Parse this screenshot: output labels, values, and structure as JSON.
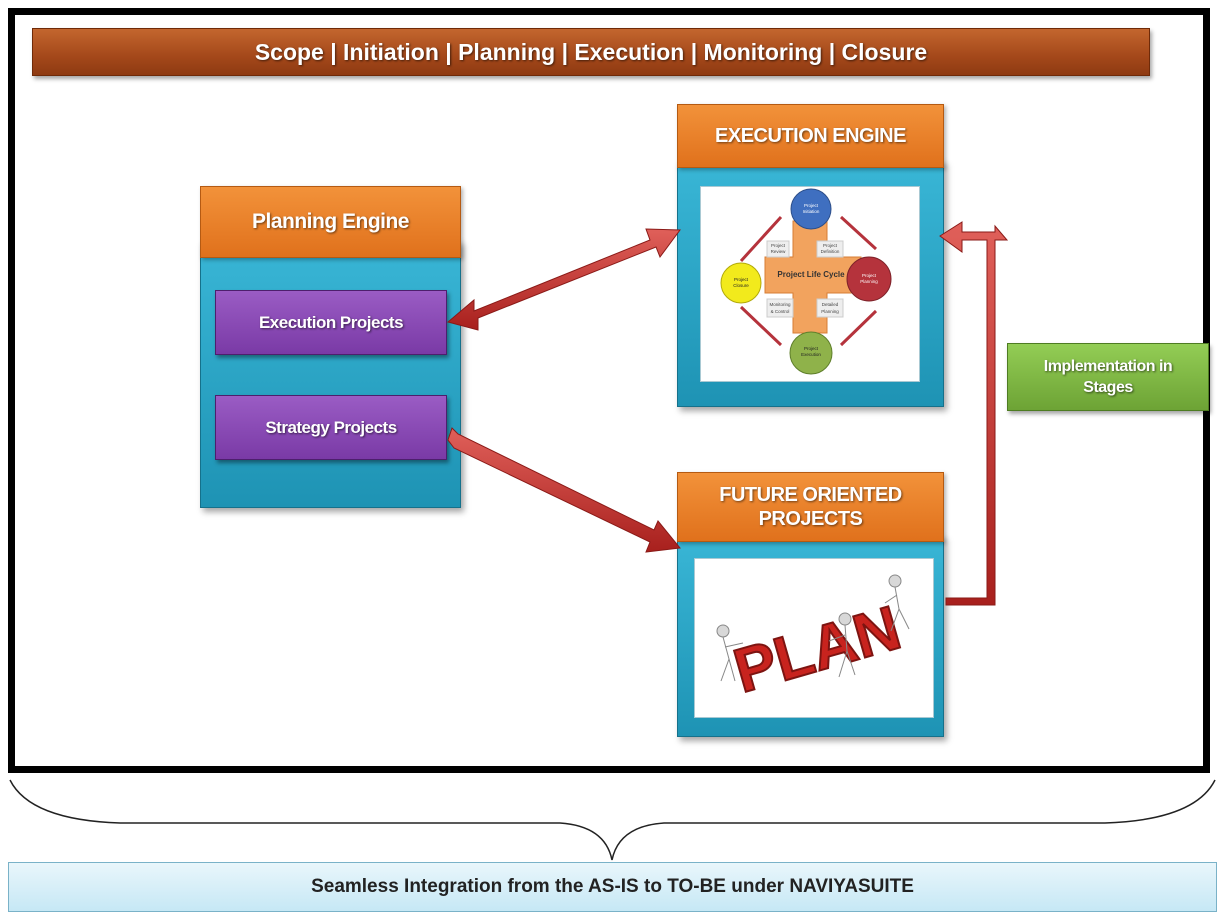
{
  "header": {
    "title": "Scope | Initiation | Planning | Execution | Monitoring | Closure"
  },
  "planning_engine": {
    "title": "Planning Engine",
    "items": [
      "Execution Projects",
      "Strategy Projects"
    ]
  },
  "execution_engine": {
    "title": "EXECUTION ENGINE",
    "cycle": {
      "center": "Project Life Cycle",
      "nodes": [
        {
          "line1": "Project",
          "line2": "Initiation",
          "color": "#3f6fc0"
        },
        {
          "line1": "Project",
          "line2": "Planning",
          "color": "#b5333c"
        },
        {
          "line1": "Project",
          "line2": "Execution",
          "color": "#8fb24a"
        },
        {
          "line1": "Project",
          "line2": "Closure",
          "color": "#f2ea1c"
        }
      ],
      "labels": [
        {
          "line1": "Project",
          "line2": "Review"
        },
        {
          "line1": "Project",
          "line2": "Definition"
        },
        {
          "line1": "Monitoring",
          "line2": "& Control"
        },
        {
          "line1": "Detailed",
          "line2": "Planning"
        }
      ]
    }
  },
  "future_projects": {
    "title_line1": "FUTURE ORIENTED",
    "title_line2": "PROJECTS",
    "image_text": "PLAN"
  },
  "implementation": {
    "line1": "Implementation in",
    "line2": "Stages"
  },
  "footer": {
    "text": "Seamless Integration from the AS-IS to TO-BE under NAVIYASUITE"
  },
  "colors": {
    "header": "#a4481a",
    "panel": "#2aa5c6",
    "orange": "#e97f25",
    "purple": "#8447b0",
    "green": "#7db442",
    "arrow": "#c0302c"
  }
}
